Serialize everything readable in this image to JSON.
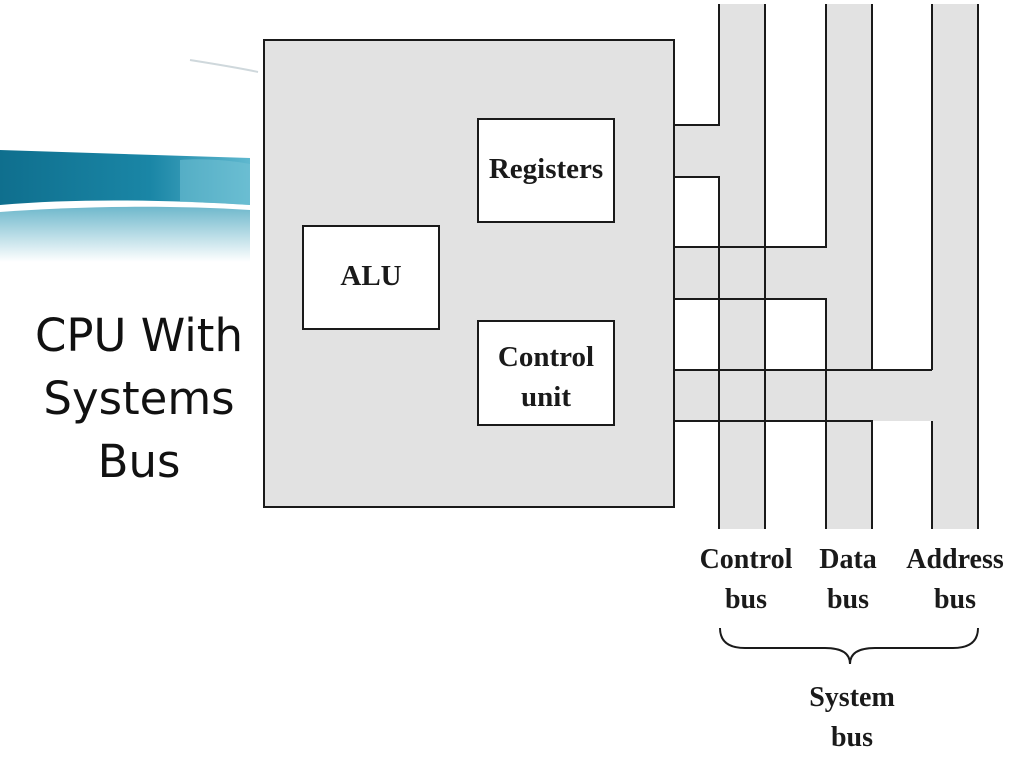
{
  "slide": {
    "title_lines": [
      "CPU With",
      "Systems",
      "Bus"
    ]
  },
  "diagram": {
    "blocks": {
      "registers": "Registers",
      "alu": "ALU",
      "control_unit": [
        "Control",
        "unit"
      ]
    },
    "buses": [
      {
        "line1": "Control",
        "line2": "bus"
      },
      {
        "line1": "Data",
        "line2": "bus"
      },
      {
        "line1": "Address",
        "line2": "bus"
      }
    ],
    "system_bus": [
      "System",
      "bus"
    ]
  },
  "colors": {
    "fill_gray": "#e2e2e2",
    "stroke": "#1a1a1a",
    "accent_teal": "#1a7e9c"
  }
}
